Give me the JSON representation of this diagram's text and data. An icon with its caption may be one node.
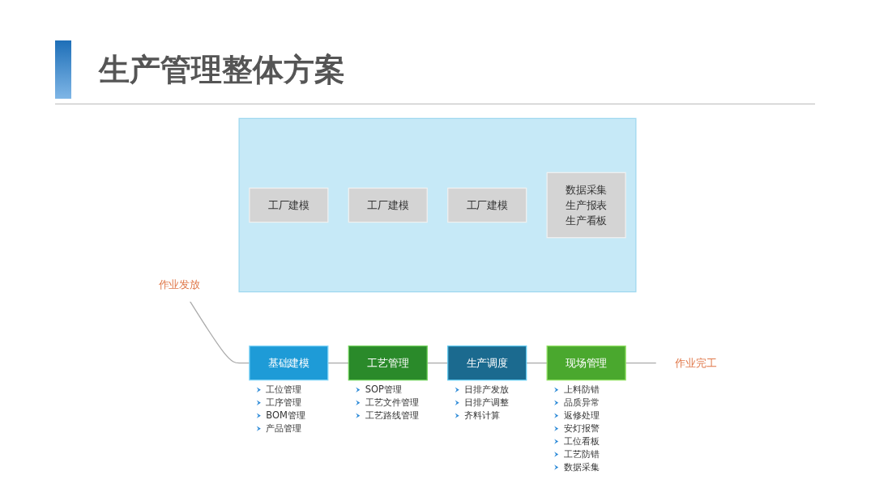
{
  "diagram": {
    "title": "生产管理整体方案",
    "nodes": [
      {
        "text": [
          "作业发放"
        ]
      },
      {
        "text": [
          "基础建模"
        ],
        "beside": [
          "工位管理",
          "工序管理",
          "BOM管理",
          "产品管理"
        ]
      },
      {
        "text": [
          "工艺管理"
        ],
        "beside": [
          "SOP管理",
          "工艺文件管理",
          "工艺路线管理"
        ]
      },
      {
        "text": [
          "生产调度"
        ],
        "beside": [
          "日排产发放",
          "日排产调整",
          "齐料计算"
        ]
      },
      {
        "text": [
          "现场管理"
        ],
        "beside": [
          "上料防错",
          "品质异常",
          "返修处理",
          "安灯报警",
          "工位看板",
          "工艺防错",
          "数据采集"
        ]
      },
      {
        "text": [
          "作业完工"
        ]
      },
      {
        "text": [],
        "shape": "box"
      },
      {
        "text": [
          "工厂建模"
        ],
        "in": 6
      },
      {
        "text": [
          "工厂建模"
        ],
        "in": 6
      },
      {
        "text": [
          "工厂建模"
        ],
        "in": 6
      },
      {
        "text": [
          "数据采集",
          "生产报表",
          "生产看板"
        ],
        "in": 6
      }
    ],
    "edges": [
      {
        "from": 0,
        "to": 1,
        "arrow": "none"
      },
      {
        "from": 1,
        "to": 2,
        "arrow": "none"
      },
      {
        "from": 2,
        "to": 3,
        "arrow": "none"
      },
      {
        "from": 3,
        "to": 4,
        "arrow": "none"
      },
      {
        "from": 4,
        "to": 5,
        "arrow": "none"
      }
    ]
  }
}
